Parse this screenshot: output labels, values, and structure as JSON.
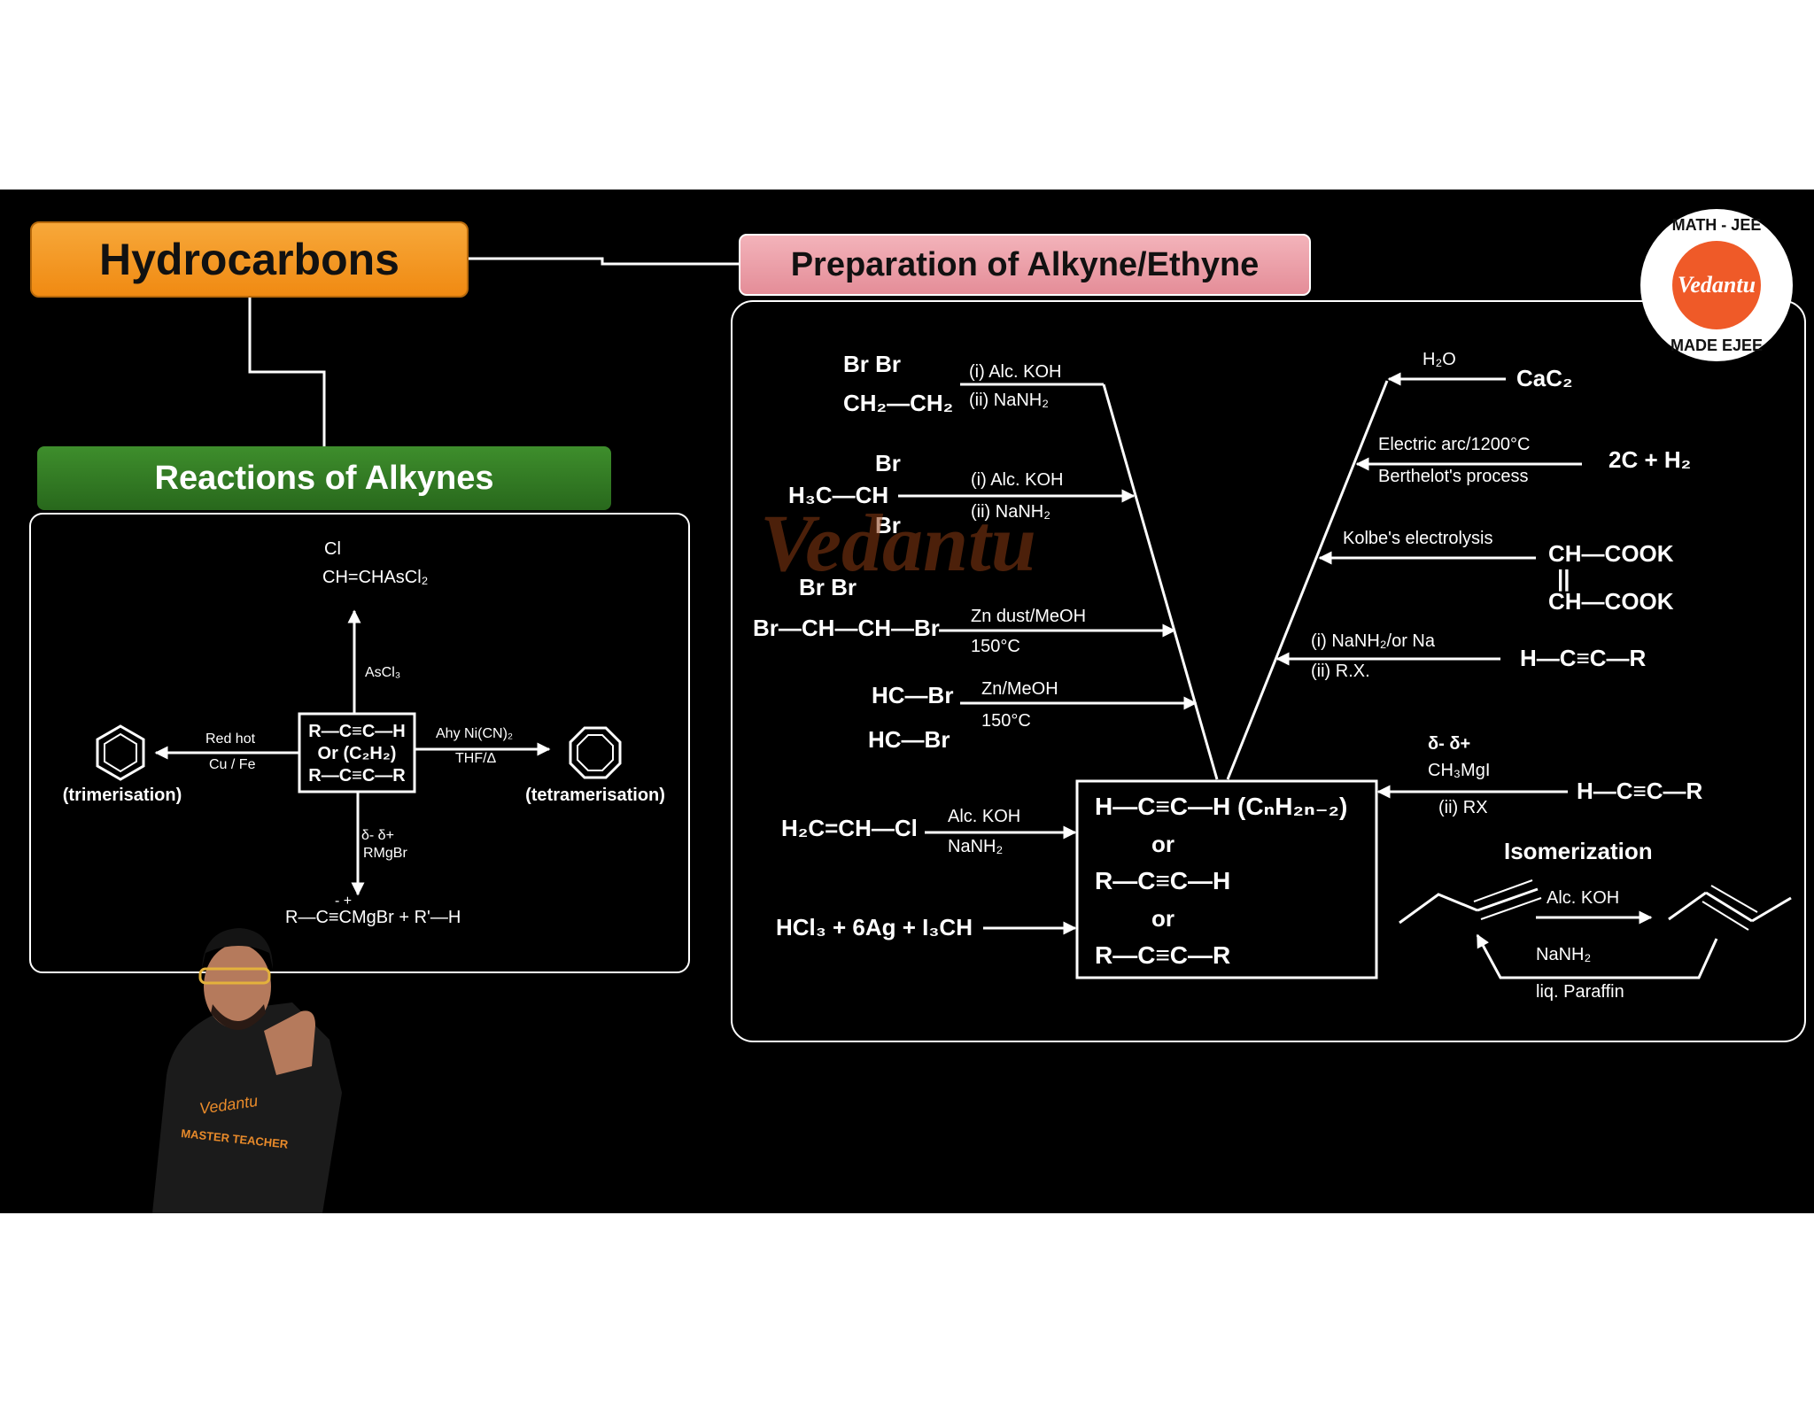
{
  "title": "Hydrocarbons",
  "preparation_header": "Preparation of Alkyne/Ethyne",
  "reactions_header": "Reactions of Alkynes",
  "watermark": "Vedantu",
  "logo": {
    "top_text": "MATH - JEE",
    "center": "Vedantu",
    "bottom_text": "MADE EJEE"
  },
  "tshirt_text": [
    "Vedantu",
    "MASTER TEACHER"
  ],
  "reactions": {
    "center": [
      "R—C≡C—H",
      "Or (C₂H₂)",
      "R—C≡C—R"
    ],
    "top_product": [
      "Cl",
      "CH=CHAsCl₂"
    ],
    "top_reagent": "AsCl₃",
    "left_reagents": [
      "Red hot",
      "Cu / Fe"
    ],
    "left_label": "(trimerisation)",
    "right_reagents": [
      "Ahy Ni(CN)₂",
      "THF/Δ"
    ],
    "right_label": "(tetramerisation)",
    "bottom_reagents": [
      "δ- δ+",
      "RMgBr"
    ],
    "bottom_product_charges": "- +",
    "bottom_product": "R—C≡CMgBr + R'—H"
  },
  "preparation": {
    "central_box": [
      "H—C≡C—H (CₙH₂ₙ₋₂)",
      "or",
      "R—C≡C—H",
      "or",
      "R—C≡C—R"
    ],
    "left": [
      {
        "reactant": [
          "Br   Br",
          "CH₂—CH₂"
        ],
        "reagents": [
          "(i) Alc. KOH",
          "(ii) NaNH₂"
        ]
      },
      {
        "reactant": [
          "Br",
          "H₃C—CH",
          "Br"
        ],
        "reagents": [
          "(i) Alc. KOH",
          "(ii) NaNH₂"
        ]
      },
      {
        "reactant": [
          "Br   Br",
          "Br—CH—CH—Br"
        ],
        "reagents": [
          "Zn dust/MeOH",
          "150°C"
        ]
      },
      {
        "reactant": [
          "HC—Br",
          "HC—Br"
        ],
        "reagents": [
          "Zn/MeOH",
          "150°C"
        ]
      },
      {
        "reactant": [
          "H₂C=CH—Cl"
        ],
        "reagents": [
          "Alc. KOH",
          "NaNH₂"
        ]
      },
      {
        "reactant": [
          "HCl₃ + 6Ag + I₃CH"
        ],
        "reagents": []
      }
    ],
    "right": [
      {
        "reactant": "CaC₂",
        "reagents": [
          "H₂O"
        ]
      },
      {
        "reactant": "2C + H₂",
        "reagents": [
          "Electric arc/1200°C",
          "Berthelot's process"
        ]
      },
      {
        "reactant": "CH—COOK / CH—COOK",
        "reactant_lines": [
          "CH—COOK",
          "CH—COOK"
        ],
        "reagents": [
          "Kolbe's electrolysis"
        ]
      },
      {
        "reactant": "H—C≡C—R",
        "reagents": [
          "(i) NaNH₂/or Na",
          "(ii) R.X."
        ]
      },
      {
        "reactant": "H—C≡C—R",
        "reagents": [
          "δ-  δ+",
          "CH₃MgI",
          "(ii) RX"
        ]
      }
    ],
    "isomerization": {
      "title": "Isomerization",
      "forward_reagent": "Alc. KOH",
      "reverse_reagents": [
        "NaNH₂",
        "liq. Paraffin"
      ]
    }
  }
}
